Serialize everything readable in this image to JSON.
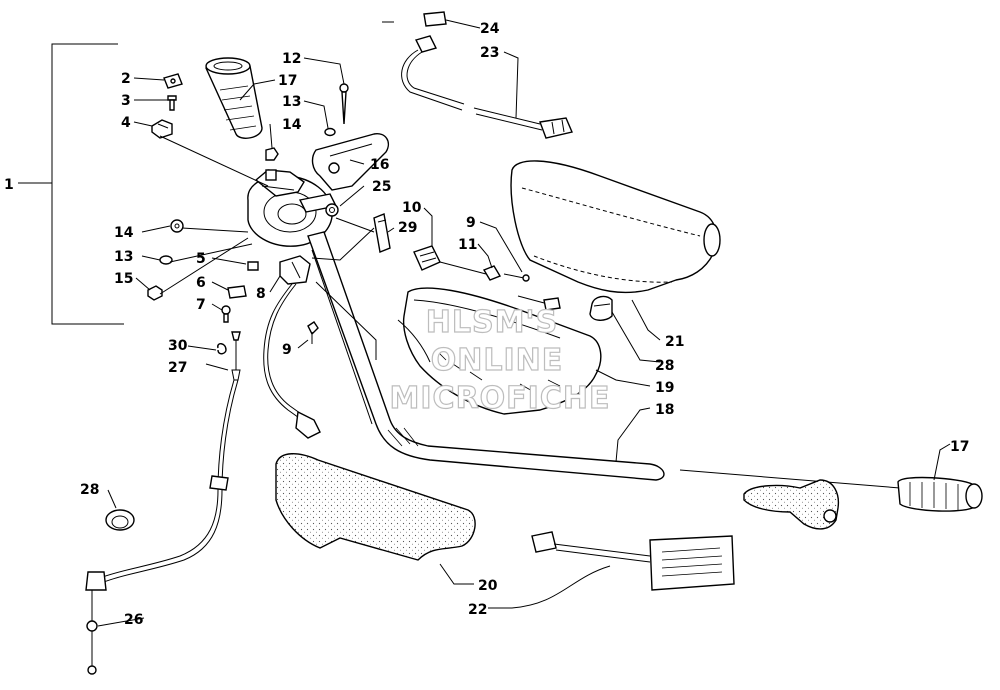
{
  "diagram": {
    "callouts": [
      {
        "id": "c1",
        "text": "1"
      },
      {
        "id": "c2",
        "text": "2"
      },
      {
        "id": "c3",
        "text": "3"
      },
      {
        "id": "c4",
        "text": "4"
      },
      {
        "id": "c5",
        "text": "5"
      },
      {
        "id": "c6",
        "text": "6"
      },
      {
        "id": "c7",
        "text": "7"
      },
      {
        "id": "c8",
        "text": "8"
      },
      {
        "id": "c9a",
        "text": "9"
      },
      {
        "id": "c9b",
        "text": "9"
      },
      {
        "id": "c10",
        "text": "10"
      },
      {
        "id": "c11",
        "text": "11"
      },
      {
        "id": "c12",
        "text": "12"
      },
      {
        "id": "c13a",
        "text": "13"
      },
      {
        "id": "c13b",
        "text": "13"
      },
      {
        "id": "c14a",
        "text": "14"
      },
      {
        "id": "c14b",
        "text": "14"
      },
      {
        "id": "c15",
        "text": "15"
      },
      {
        "id": "c16",
        "text": "16"
      },
      {
        "id": "c17a",
        "text": "17"
      },
      {
        "id": "c17b",
        "text": "17"
      },
      {
        "id": "c18",
        "text": "18"
      },
      {
        "id": "c19",
        "text": "19"
      },
      {
        "id": "c20",
        "text": "20"
      },
      {
        "id": "c21",
        "text": "21"
      },
      {
        "id": "c22",
        "text": "22"
      },
      {
        "id": "c23",
        "text": "23"
      },
      {
        "id": "c24",
        "text": "24"
      },
      {
        "id": "c25",
        "text": "25"
      },
      {
        "id": "c26",
        "text": "26"
      },
      {
        "id": "c27",
        "text": "27"
      },
      {
        "id": "c28a",
        "text": "28"
      },
      {
        "id": "c28b",
        "text": "28"
      },
      {
        "id": "c29",
        "text": "29"
      },
      {
        "id": "c30",
        "text": "30"
      }
    ],
    "watermark": [
      "HLSM'S",
      "ONLINE",
      "MICROFICHE"
    ]
  }
}
